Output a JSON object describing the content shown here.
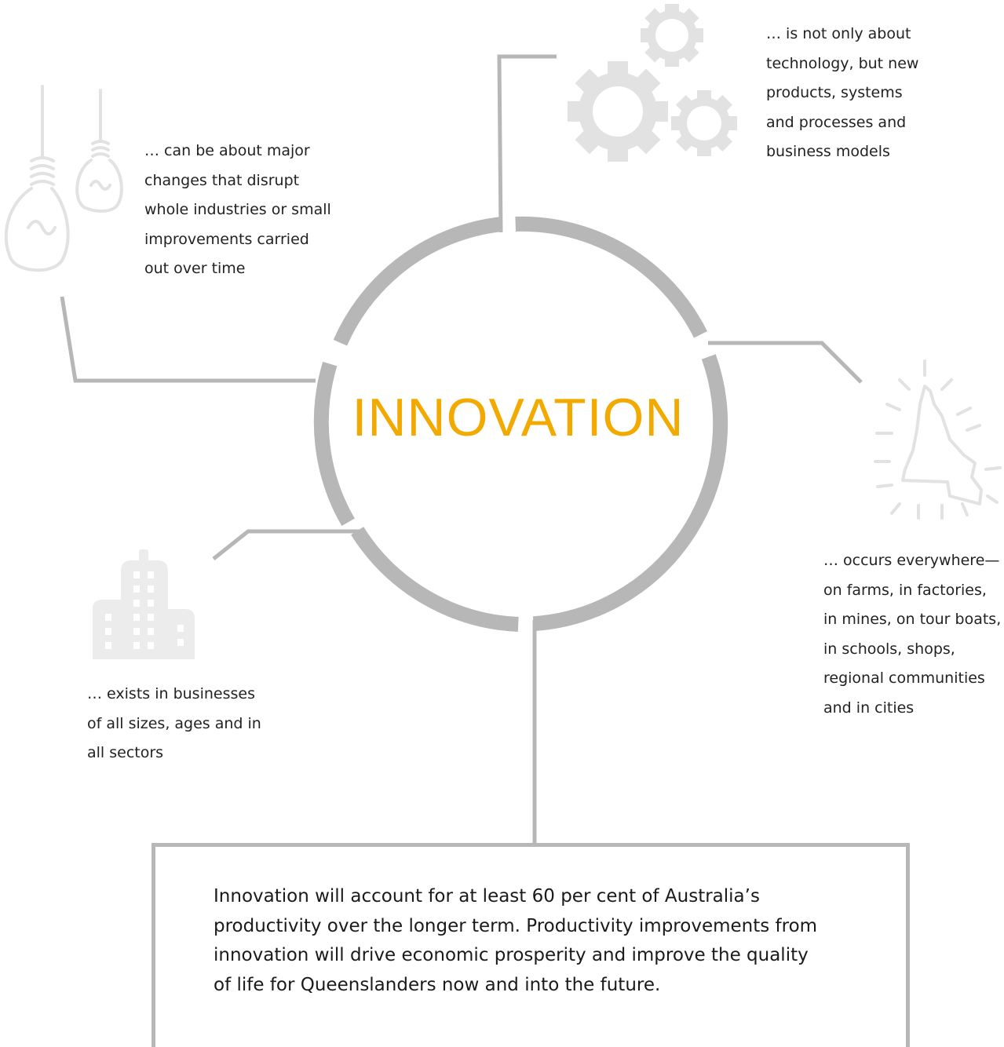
{
  "title": "INNOVATION",
  "notes": {
    "bulbs": [
      "… can be about major",
      "changes that disrupt",
      "whole industries or small",
      "improvements carried",
      "out over time"
    ],
    "gears": [
      "… is not only about",
      "technology, but new",
      "products, systems",
      "and processes and",
      "business models"
    ],
    "everywhere": [
      "… occurs everywhere—",
      "on farms, in factories,",
      "in mines, on tour boats,",
      "in schools, shops,",
      "regional communities",
      "and in cities"
    ],
    "businesses": [
      "… exists in businesses",
      "of all sizes, ages and in",
      "all sectors"
    ]
  },
  "summary": [
    "Innovation will account for at least 60 per cent of Australia’s",
    "productivity over the longer term. Productivity improvements from",
    "innovation will drive economic prosperity and improve the quality",
    "of life for Queenslanders now and into the future."
  ],
  "colors": {
    "accent": "#f2a900",
    "line": "#b7b7b7",
    "icon": "#e2e2e2"
  },
  "icons": [
    "light-bulbs-icon",
    "gears-icon",
    "queensland-map-icon",
    "buildings-icon"
  ]
}
